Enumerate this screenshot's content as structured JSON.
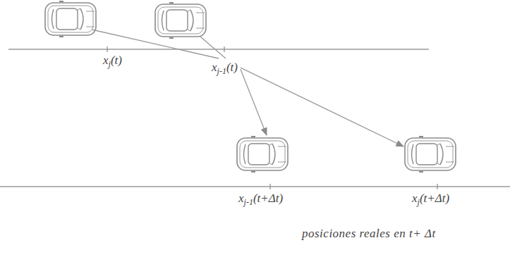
{
  "diagram": {
    "caption": "posiciones reales en t+ Δt",
    "labels": [
      "xj(t)",
      "xj-1(t)",
      "xj-1(t+Δt)",
      "xj(t+Δt)"
    ]
  }
}
